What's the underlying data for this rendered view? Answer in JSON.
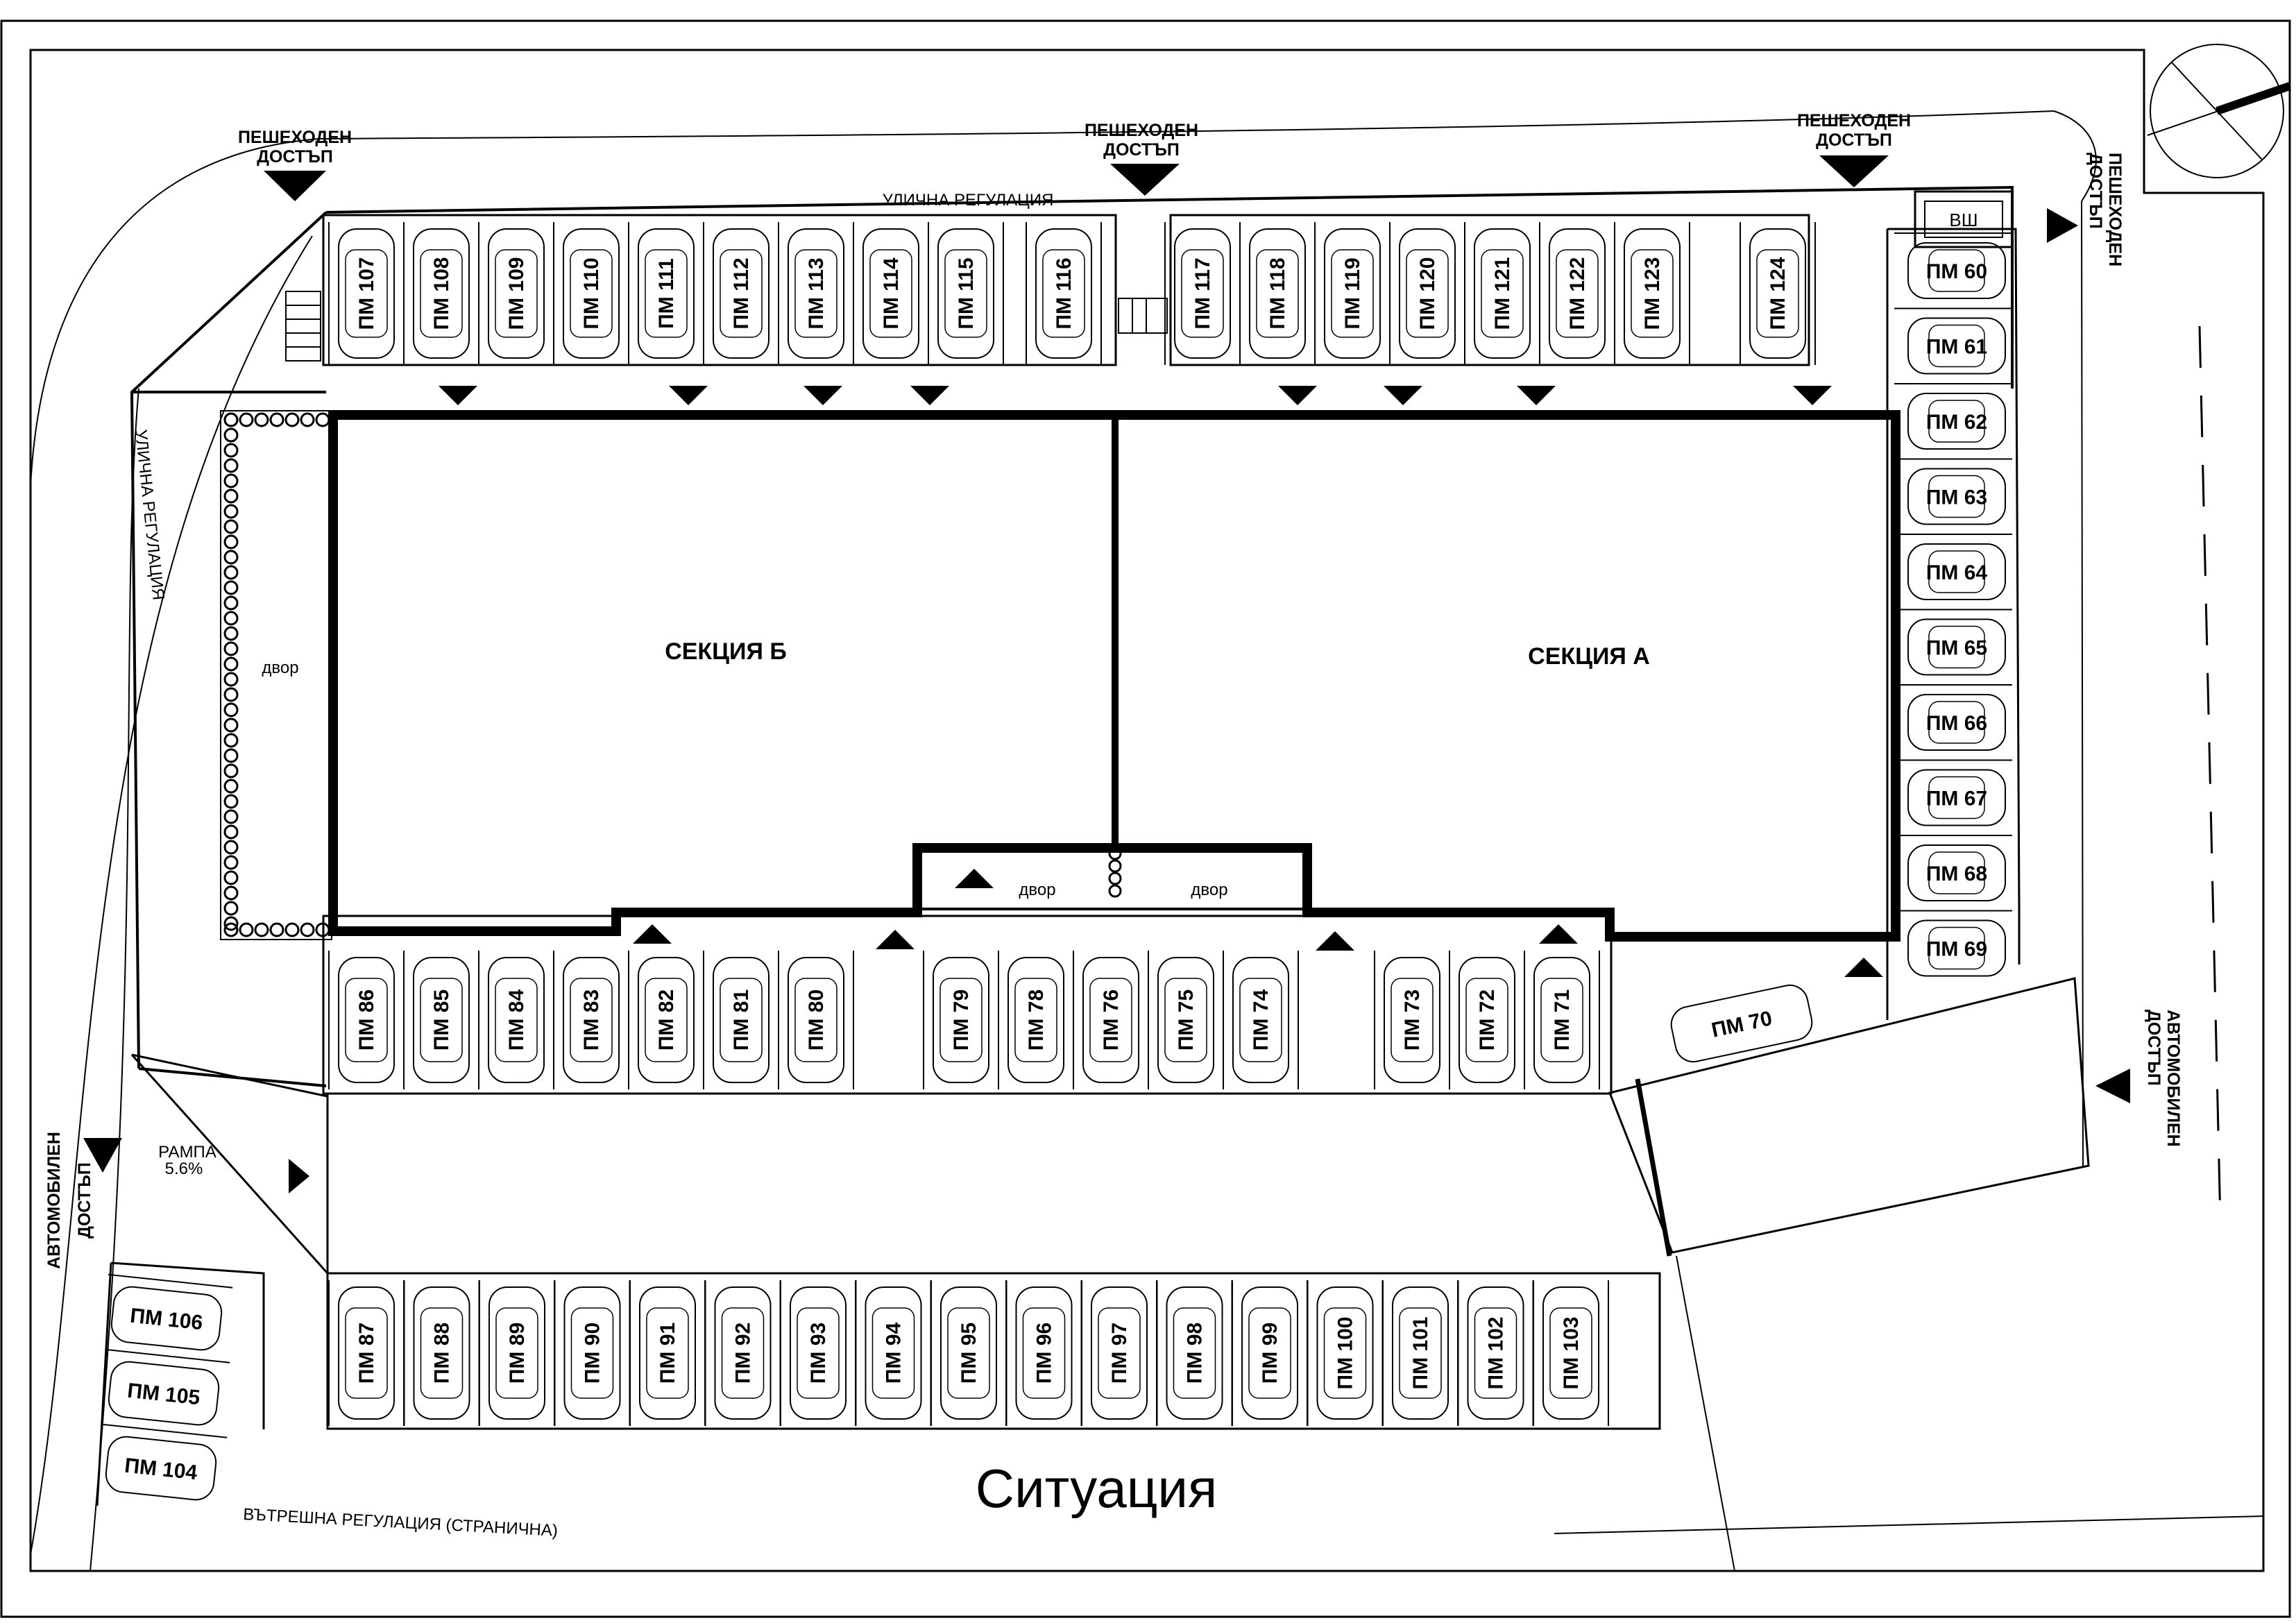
{
  "title": "Ситуация",
  "section_a": "СЕКЦИЯ А",
  "section_b": "СЕКЦИЯ Б",
  "yard": "двор",
  "street_regulation": "УЛИЧНА РЕГУЛАЦИЯ",
  "inner_regulation": "ВЪТРЕШНА РЕГУЛАЦИЯ (СТРАНИЧНА)",
  "pedestrian_line1": "ПЕШЕХОДЕН",
  "pedestrian_line2": "ДОСТЪП",
  "car_line1": "АВТОМОБИЛЕН",
  "car_line2": "ДОСТЪП",
  "ramp_line1": "РАМПА",
  "ramp_line2": "5.6%",
  "transformer": "ВШ",
  "spots_top_left": [
    "ПМ 107",
    "ПМ 108",
    "ПМ 109",
    "ПМ 110",
    "ПМ 111",
    "ПМ 112",
    "ПМ 113",
    "ПМ 114",
    "ПМ 115",
    "ПМ 116"
  ],
  "spots_top_right": [
    "ПМ 117",
    "ПМ 118",
    "ПМ 119",
    "ПМ 120",
    "ПМ 121",
    "ПМ 122",
    "ПМ 123",
    "ПМ 124"
  ],
  "spots_right": [
    "ПМ 60",
    "ПМ 61",
    "ПМ 62",
    "ПМ 63",
    "ПМ 64",
    "ПМ 65",
    "ПМ 66",
    "ПМ 67",
    "ПМ 68",
    "ПМ 69"
  ],
  "spot_70": "ПМ 70",
  "spots_mid_left": [
    "ПМ 86",
    "ПМ 85",
    "ПМ 84",
    "ПМ 83",
    "ПМ 82",
    "ПМ 81",
    "ПМ 80"
  ],
  "spots_mid_center": [
    "ПМ 79",
    "ПМ 78",
    "ПМ 76",
    "ПМ 75",
    "ПМ 74"
  ],
  "spots_mid_right": [
    "ПМ 73",
    "ПМ 72",
    "ПМ 71"
  ],
  "spots_bottom": [
    "ПМ 87",
    "ПМ 88",
    "ПМ 89",
    "ПМ 90",
    "ПМ 91",
    "ПМ 92",
    "ПМ 93",
    "ПМ 94",
    "ПМ 95",
    "ПМ 96",
    "ПМ 97",
    "ПМ 98",
    "ПМ 99",
    "ПМ 100",
    "ПМ 101",
    "ПМ 102",
    "ПМ 103"
  ],
  "spots_left": [
    "ПМ 106",
    "ПМ 105",
    "ПМ 104"
  ]
}
